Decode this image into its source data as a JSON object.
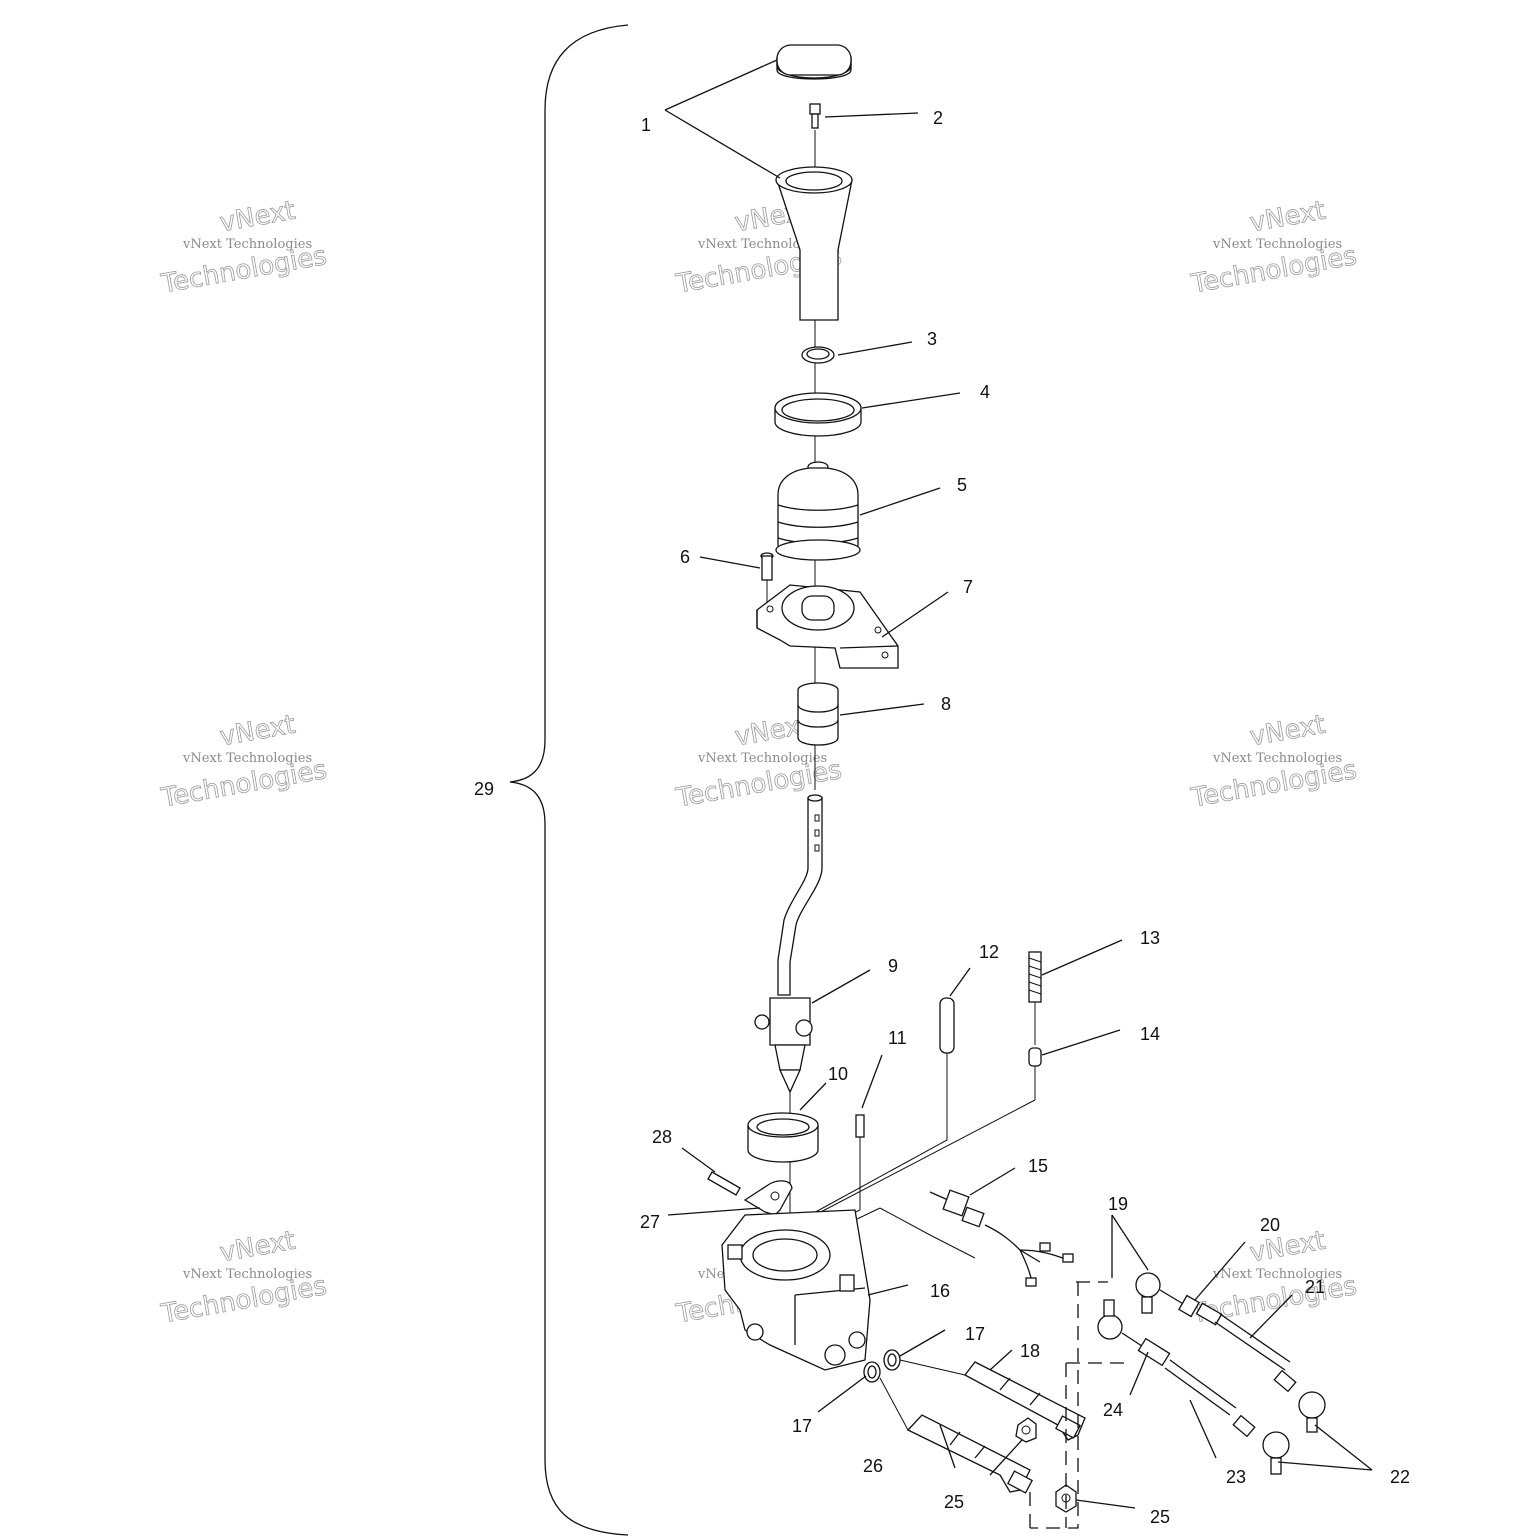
{
  "diagram": {
    "callouts": {
      "c1": "1",
      "c2": "2",
      "c3": "3",
      "c4": "4",
      "c5": "5",
      "c6": "6",
      "c7": "7",
      "c8": "8",
      "c9": "9",
      "c10": "10",
      "c11": "11",
      "c12": "12",
      "c13": "13",
      "c14": "14",
      "c15": "15",
      "c16": "16",
      "c17a": "17",
      "c17b": "17",
      "c18": "18",
      "c19": "19",
      "c20": "20",
      "c21": "21",
      "c22": "22",
      "c23": "23",
      "c24": "24",
      "c25a": "25",
      "c25b": "25",
      "c26": "26",
      "c27": "27",
      "c28": "28",
      "c29": "29"
    },
    "watermark": {
      "line1": "vNext Technologies",
      "line2": "vNext",
      "line3": "Technologies"
    },
    "colors": {
      "ink": "#111111",
      "paper": "#ffffff",
      "watermark": "#8a8a8a"
    }
  }
}
